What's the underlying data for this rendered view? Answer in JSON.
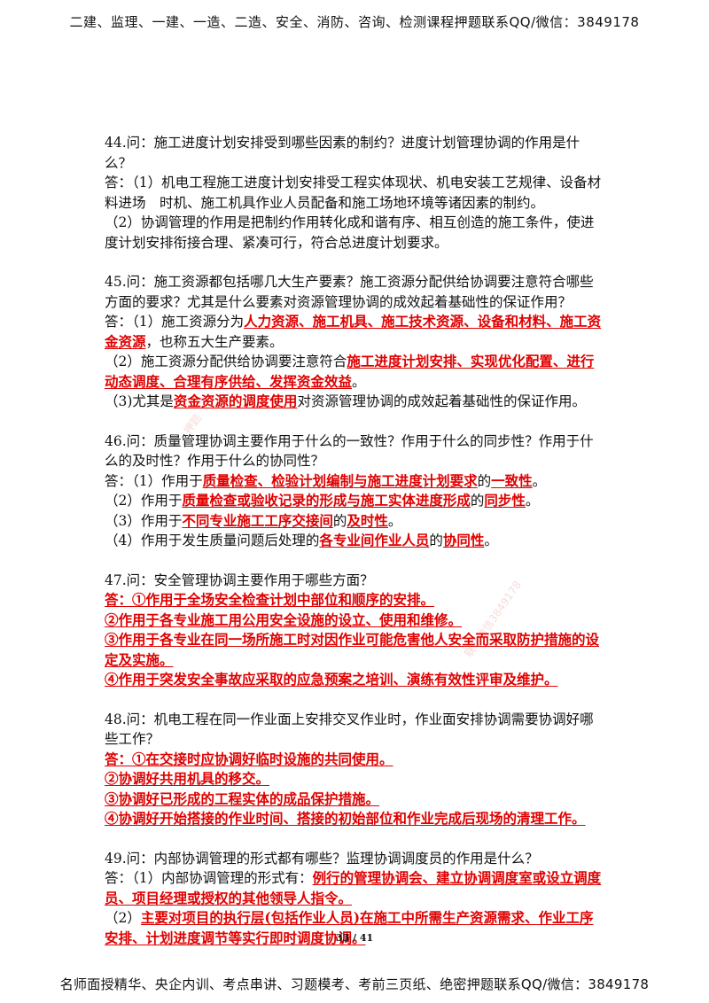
{
  "header": "二建、监理、一建、一造、二造、安全、消防、咨询、检测课程押题联系QQ/微信：3849178",
  "footer": "名师面授精华、央企内训、考点串讲、习题模考、考前三页纸、绝密押题联系QQ/微信：3849178",
  "page_number": "33 / 41",
  "watermarks": [
    "押题",
    "联系微信3849178"
  ],
  "qa": [
    {
      "lines": [
        [
          {
            "t": "44.问：施工进度计划安排受到哪些因素的制约？进度计划管理协调的作用是什么？"
          }
        ],
        [
          {
            "t": "答：（1）机电工程施工进度计划安排受工程实体现状、机电安装工艺规律、设备材料进场　时机、施工机具作业人员配备和施工场地环境等诸因素的制约。"
          }
        ],
        [
          {
            "t": "（2）协调管理的作用是把制约作用转化成和谐有序、相互创造的施工条件，使进度计划安排衔接合理、紧凑可行，符合总进度计划要求。"
          }
        ]
      ]
    },
    {
      "lines": [
        [
          {
            "t": "45.问：施工资源都包括哪几大生产要素？施工资源分配供给协调要注意符合哪些方面的要求？尤其是什么要素对资源管理协调的成效起着基础性的保证作用？"
          }
        ],
        [
          {
            "t": "答：（1）施工资源分为"
          },
          {
            "t": "人力资源、施工机具、施工技术资源、设备和材料、施工资金资源",
            "r": true
          },
          {
            "t": "，也称五大生产要素。"
          }
        ],
        [
          {
            "t": "（2）施工资源分配供给协调要注意符合"
          },
          {
            "t": "施工进度计划安排、实现优化配置、进行动态调度、合理有序供给、发挥资金效益",
            "r": true
          },
          {
            "t": "。"
          }
        ],
        [
          {
            "t": "（3)尤其是"
          },
          {
            "t": "资金资源的调度使用",
            "r": true
          },
          {
            "t": "对资源管理协调的成效起着基础性的保证作用。"
          }
        ]
      ]
    },
    {
      "lines": [
        [
          {
            "t": "46.问：质量管理协调主要作用于什么的一致性？作用于什么的同步性？作用于什么的及时性？作用于什么的协同性？"
          }
        ],
        [
          {
            "t": "答：（1）作用于"
          },
          {
            "t": "质量检查、检验计划编制与施工进度计划要求",
            "r": true
          },
          {
            "t": "的"
          },
          {
            "t": "一致性",
            "r": true
          },
          {
            "t": "。"
          }
        ],
        [
          {
            "t": "（2）作用于"
          },
          {
            "t": "质量检查或验收记录的形成与施工实体进度形成",
            "r": true
          },
          {
            "t": "的"
          },
          {
            "t": "同步性",
            "r": true
          },
          {
            "t": "。"
          }
        ],
        [
          {
            "t": "（3）作用于"
          },
          {
            "t": "不同专业施工工序交接间",
            "r": true
          },
          {
            "t": "的"
          },
          {
            "t": "及时性",
            "r": true
          },
          {
            "t": "。"
          }
        ],
        [
          {
            "t": "（4）作用于发生质量问题后处理的"
          },
          {
            "t": "各专业间作业人员",
            "r": true
          },
          {
            "t": "的"
          },
          {
            "t": "协同性",
            "r": true
          },
          {
            "t": "。"
          }
        ]
      ]
    },
    {
      "lines": [
        [
          {
            "t": "47.问：安全管理协调主要作用于哪些方面？"
          }
        ],
        [
          {
            "t": "答：①作用于全场安全检查计划中部位和顺序的安排。",
            "r": true
          }
        ],
        [
          {
            "t": "②作用于各专业施工用公用安全设施的设立、使用和维修。",
            "r": true
          }
        ],
        [
          {
            "t": "③作用于各专业在同一场所施工时对因作业可能危害他人安全而采取防护措施的设定及实施。",
            "r": true
          }
        ],
        [
          {
            "t": "④作用于突发安全事故应采取的应急预案之培训、演练有效性评审及维护。",
            "r": true
          }
        ]
      ]
    },
    {
      "lines": [
        [
          {
            "t": "48.问：机电工程在同一作业面上安排交叉作业时，作业面安排协调需要协调好哪些工作？"
          }
        ],
        [
          {
            "t": "答：①在交接时应协调好临时设施的共同使用。",
            "r": true
          }
        ],
        [
          {
            "t": "②协调好共用机具的移交。",
            "r": true
          }
        ],
        [
          {
            "t": "③协调好已形成的工程实体的成品保护措施。",
            "r": true
          }
        ],
        [
          {
            "t": "④协调好开始搭接的作业时间、搭接的初始部位和作业完成后现场的清理工作。",
            "r": true
          }
        ]
      ]
    },
    {
      "lines": [
        [
          {
            "t": "49.问：内部协调管理的形式都有哪些？监理协调调度员的作用是什么？"
          }
        ],
        [
          {
            "t": "答：（1）内部协调管理的形式有："
          },
          {
            "t": "例行的管理协调会、建立协调调度室或设立调度员、项目经理或授权的其他领导人指令。",
            "r": true
          }
        ],
        [
          {
            "t": "（2）"
          },
          {
            "t": "主要对项目的执行层(包括作业人员)在施工中所需生产资源需求、作业工序安排、计划进度调节等实行即时调度协调。",
            "r": true
          }
        ]
      ]
    }
  ]
}
